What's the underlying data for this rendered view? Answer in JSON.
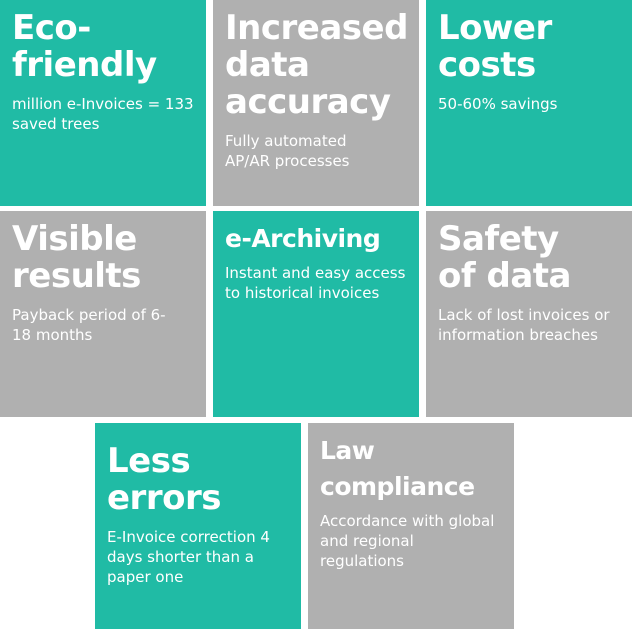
{
  "colors": {
    "teal": "#20bba5",
    "gray": "#b0b0b0"
  },
  "tiles": [
    {
      "title": "Eco-friendly",
      "desc": "million e-Invoices = 133 saved trees"
    },
    {
      "title": "Increased data accuracy",
      "desc": "Fully automated AP/AR processes"
    },
    {
      "title": "Lower costs",
      "desc": "50-60% savings"
    },
    {
      "title": "Visible results",
      "desc": "Payback period of 6-18 months"
    },
    {
      "title": "e-Archiving",
      "desc": "Instant and easy access to historical invoices"
    },
    {
      "title": "Safety of data",
      "desc": "Lack of lost invoices or information breaches"
    },
    {
      "title": "Less errors",
      "desc": "E-Invoice correction 4 days shorter than a paper one"
    },
    {
      "title": "Law compliance",
      "desc": "Accordance with global and regional regulations"
    }
  ]
}
